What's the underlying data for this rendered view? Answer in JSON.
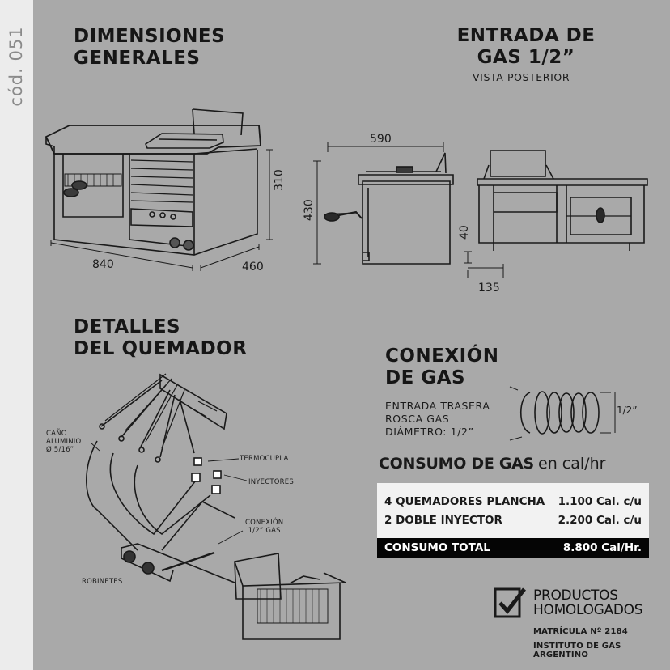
{
  "side": {
    "code": "cód. 051"
  },
  "dimensiones": {
    "title_line1": "DIMENSIONES",
    "title_line2": "GENERALES",
    "width": "840",
    "depth": "460",
    "height": "310"
  },
  "entrada": {
    "title_line1": "ENTRADA DE",
    "title_line2": "GAS 1/2”",
    "subtitle": "VISTA POSTERIOR",
    "width": "590",
    "height": "430",
    "offset_v": "40",
    "offset_h": "135"
  },
  "detalles": {
    "title_line1": "DETALLES",
    "title_line2": "DEL QUEMADOR",
    "labels": {
      "cano_1": "CAÑO",
      "cano_2": "ALUMINIO",
      "cano_3": "Ø 5/16”",
      "termocupla": "TERMOCUPLA",
      "inyectores": "INYECTORES",
      "conexion_1": "CONEXIÓN",
      "conexion_2": "1/2” GAS",
      "robinetes": "ROBINETES"
    }
  },
  "conexion": {
    "title_line1": "CONEXIÓN",
    "title_line2": "DE GAS",
    "line1": "ENTRADA TRASERA",
    "line2": "ROSCA GAS",
    "line3": "DIÁMETRO: 1/2”",
    "dim": "1/2”"
  },
  "consumo": {
    "title_bold": "CONSUMO DE GAS",
    "title_unit": "en cal/hr",
    "rows": [
      {
        "label": "4 QUEMADORES PLANCHA",
        "value": "1.100 Cal. c/u"
      },
      {
        "label": "2 DOBLE INYECTOR",
        "value": "2.200 Cal. c/u"
      }
    ],
    "total_label": "CONSUMO TOTAL",
    "total_value": "8.800 Cal/Hr."
  },
  "badge": {
    "line1": "PRODUCTOS",
    "line2": "HOMOLOGADOS",
    "matricula": "MATRÍCULA Nº 2184",
    "instituto": "INSTITUTO DE GAS ARGENTINO"
  },
  "colors": {
    "background": "#a9a9a9",
    "sidebar": "#ececec",
    "table_total": "#050505"
  }
}
